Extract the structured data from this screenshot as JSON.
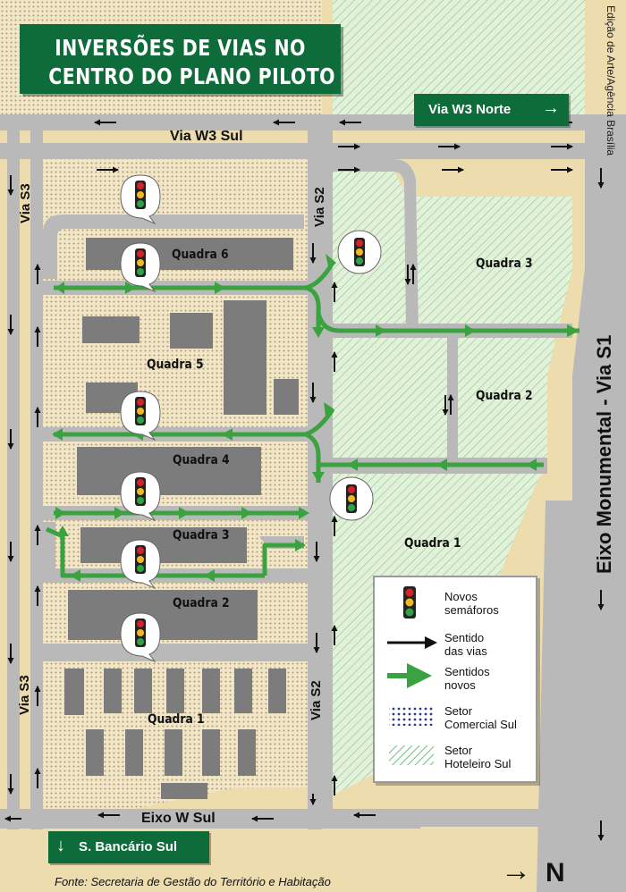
{
  "title": {
    "line1": "INVERSÕES DE VIAS NO",
    "line2": "CENTRO DO PLANO PILOTO"
  },
  "credit": "Edição de Arte/Agência Brasília",
  "source": "Fonte: Secretaria de Gestão do Território e Habitação",
  "tags": {
    "w3_norte": "Via W3 Norte",
    "w3_norte_arrow": "→",
    "bancario": "S. Bancário Sul",
    "bancario_arrow": "↓"
  },
  "roads": {
    "w3_sul": "Via W3 Sul",
    "eixo_w_sul": "Eixo W Sul",
    "via_s3": "Via S3",
    "via_s2": "Via S2",
    "eixo_monumental": "Eixo Monumental - Via S1"
  },
  "blocks": {
    "comercial": [
      "Quadra 6",
      "Quadra 5",
      "Quadra 4",
      "Quadra 3",
      "Quadra 2",
      "Quadra 1"
    ],
    "hoteleiro": [
      "Quadra 3",
      "Quadra 2",
      "Quadra 1"
    ]
  },
  "legend": {
    "semaforos": [
      "Novos",
      "semáforos"
    ],
    "sentido": [
      "Sentido",
      "das vias"
    ],
    "novos": [
      "Sentidos",
      "novos"
    ],
    "comercial": [
      "Setor",
      "Comercial Sul"
    ],
    "hoteleiro": [
      "Setor",
      "Hoteleiro Sul"
    ]
  },
  "north": {
    "label": "N",
    "arrow": "→"
  },
  "colors": {
    "background": "#ecdcae",
    "road": "#b9b9b9",
    "brand_green": "#0e6b3a",
    "new_direction": "#3aa33f",
    "building": "#7c7c7c",
    "commercial_dots": "#2e3a8c",
    "hotel_hatch": "#8ccf98",
    "traffic_red": "#d6202a",
    "traffic_yellow": "#f2b81f",
    "traffic_green": "#2fa343"
  },
  "icons": [
    "traffic-light-icon",
    "direction-arrow-icon",
    "new-direction-arrow-icon",
    "north-arrow-icon"
  ]
}
